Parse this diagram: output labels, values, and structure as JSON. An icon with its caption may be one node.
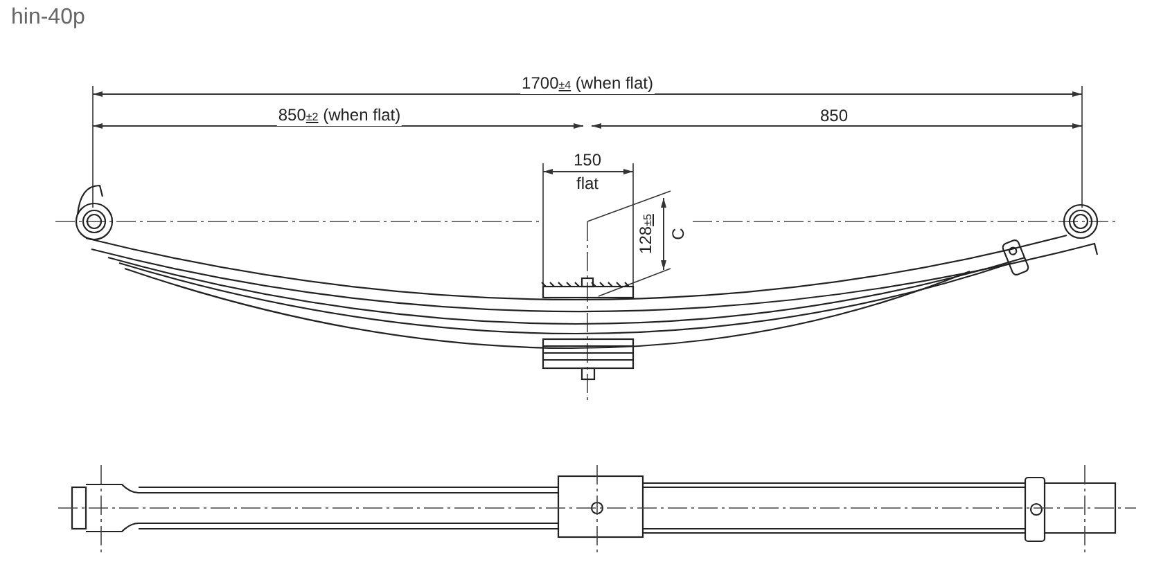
{
  "diagram": {
    "title": "hin-40p",
    "labels": [
      "1700$_{±4}$ (when flat)",
      "850$_{±2}$ (when flat)",
      "850",
      "150",
      "flat",
      "128$_{±5}$",
      "C"
    ]
  }
}
